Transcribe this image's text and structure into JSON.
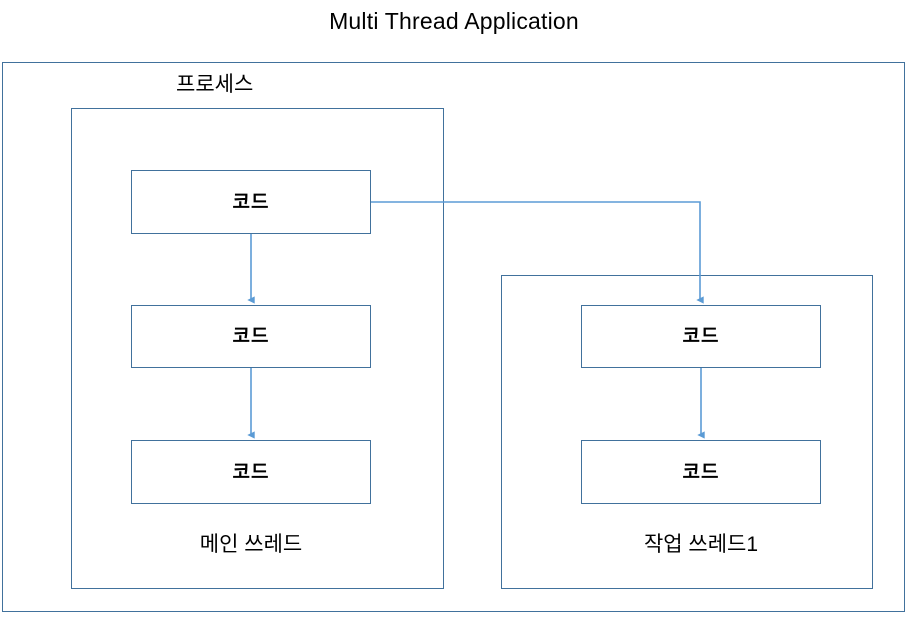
{
  "diagram": {
    "title": "Multi Thread Application",
    "process_label": "프로세스",
    "colors": {
      "box_border": "#41719c",
      "connector": "#5b9bd5",
      "background": "#ffffff",
      "text": "#000000"
    }
  },
  "threads": [
    {
      "id": "main",
      "name": "메인 쓰레드",
      "code_blocks": [
        {
          "label": "코드"
        },
        {
          "label": "코드"
        },
        {
          "label": "코드"
        }
      ]
    },
    {
      "id": "worker1",
      "name": "작업 쓰레드1",
      "code_blocks": [
        {
          "label": "코드"
        },
        {
          "label": "코드"
        }
      ]
    }
  ],
  "connectors": [
    {
      "id": "main-1-to-main-2",
      "kind": "arrow-down",
      "from": "code-box-main-1",
      "to": "code-box-main-2"
    },
    {
      "id": "main-2-to-main-3",
      "kind": "arrow-down",
      "from": "code-box-main-2",
      "to": "code-box-main-3"
    },
    {
      "id": "main-1-to-worker1-1",
      "kind": "arrow-branch-right-down",
      "from": "code-box-main-1",
      "to": "code-box-worker1-1"
    },
    {
      "id": "worker1-1-to-worker1-2",
      "kind": "arrow-down",
      "from": "code-box-worker1-1",
      "to": "code-box-worker1-2"
    }
  ]
}
